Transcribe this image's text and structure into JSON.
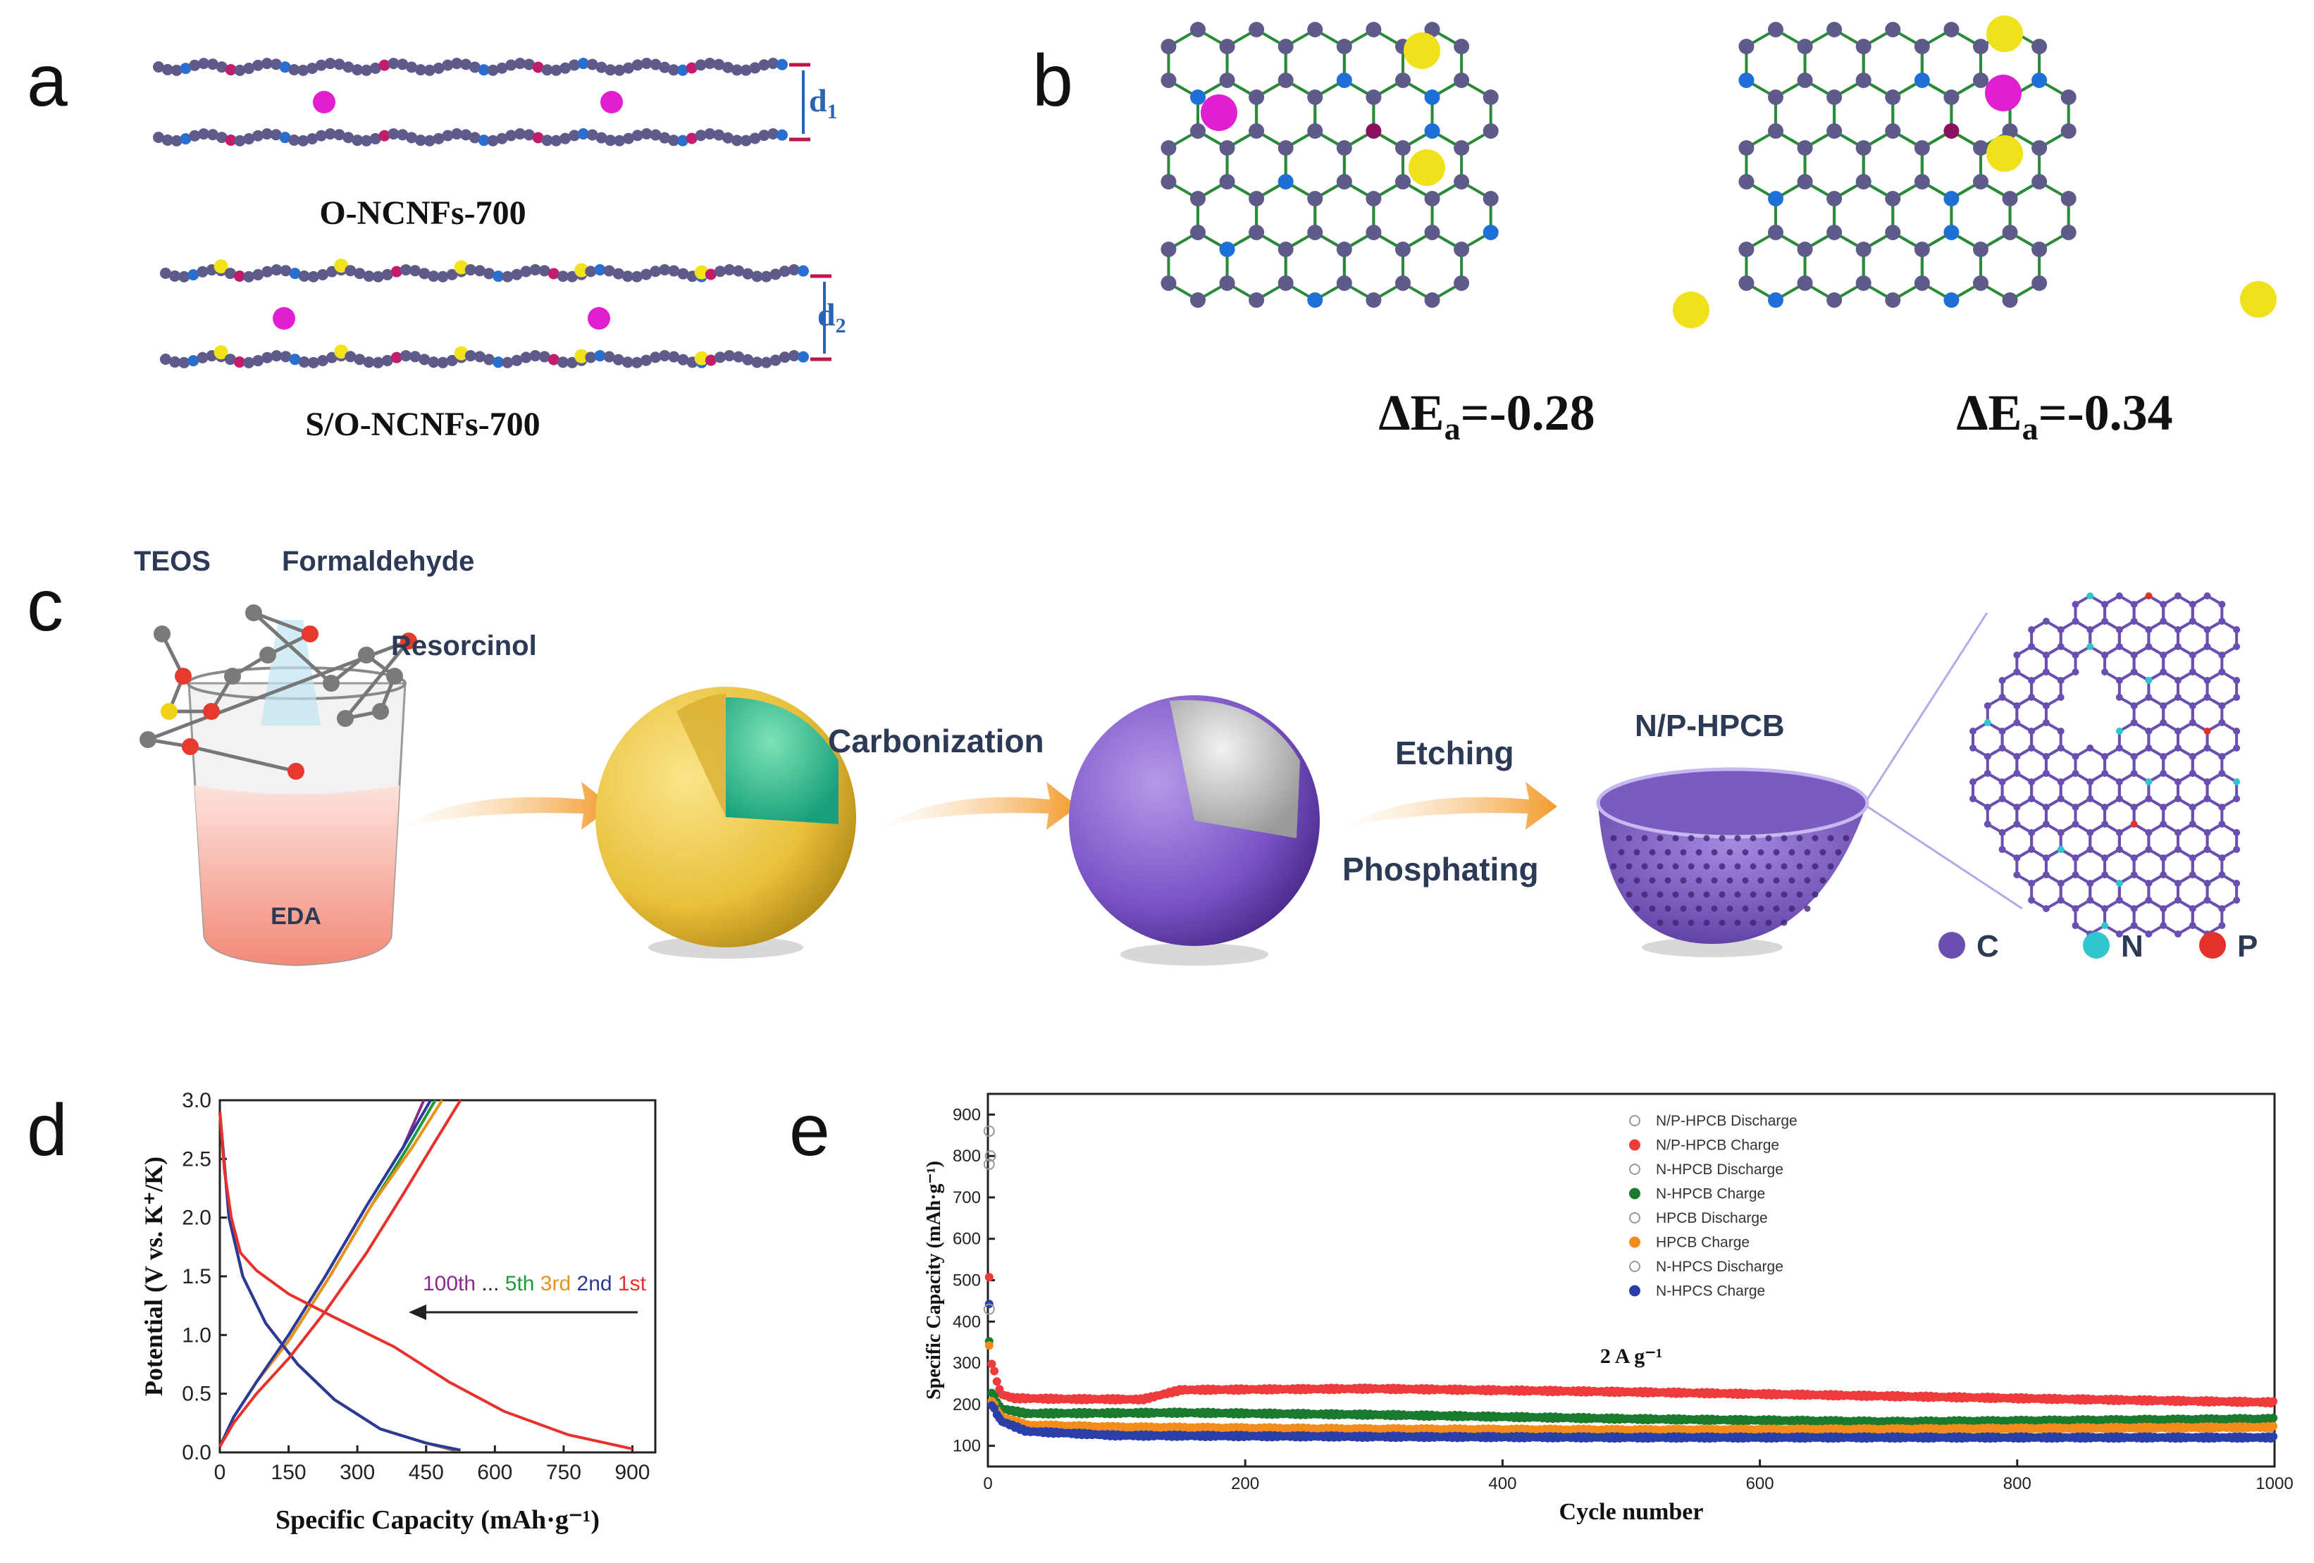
{
  "panels": {
    "a": {
      "letter": "a",
      "top_label": "O-NCNFs-700",
      "bottom_label": "S/O-NCNFs-700",
      "spacing_labels": [
        "d1",
        "d2"
      ]
    },
    "b": {
      "letter": "b",
      "energies": [
        "ΔEa=-0.28",
        "ΔEa=-0.34"
      ]
    },
    "c": {
      "letter": "c",
      "reagents": [
        "TEOS",
        "Formaldehyde",
        "Resorcinol",
        "EDA"
      ],
      "steps": [
        "Carbonization",
        "Etching",
        "Phosphating"
      ],
      "product": "N/P-HPCB",
      "atom_legend": [
        {
          "label": "C",
          "color": "#6a4fb0"
        },
        {
          "label": "N",
          "color": "#2fc6d0"
        },
        {
          "label": "P",
          "color": "#e3312b"
        }
      ]
    }
  },
  "chart_data": [
    {
      "panel": "d",
      "letter": "d",
      "type": "line",
      "xlabel": "Specific Capacity (mAh·g⁻¹)",
      "ylabel": "Potential (V vs. K⁺/K)",
      "xlim": [
        0,
        950
      ],
      "ylim": [
        0,
        3.0
      ],
      "x_ticks": [
        "0",
        "150",
        "300",
        "450",
        "600",
        "750",
        "900"
      ],
      "y_ticks": [
        "0.0",
        "0.5",
        "1.0",
        "1.5",
        "2.0",
        "2.5",
        "3.0"
      ],
      "annotation": [
        "100th",
        "...",
        "5th",
        "3rd",
        "2nd",
        "1st"
      ],
      "series": [
        {
          "name": "1st",
          "color": "#e8312b",
          "discharge": [
            [
              0,
              2.9
            ],
            [
              10,
              2.4
            ],
            [
              25,
              2.0
            ],
            [
              45,
              1.7
            ],
            [
              80,
              1.55
            ],
            [
              150,
              1.35
            ],
            [
              250,
              1.15
            ],
            [
              380,
              0.9
            ],
            [
              500,
              0.6
            ],
            [
              620,
              0.35
            ],
            [
              760,
              0.15
            ],
            [
              900,
              0.03
            ]
          ],
          "charge": [
            [
              0,
              0.05
            ],
            [
              30,
              0.25
            ],
            [
              80,
              0.5
            ],
            [
              150,
              0.8
            ],
            [
              230,
              1.2
            ],
            [
              320,
              1.7
            ],
            [
              400,
              2.2
            ],
            [
              470,
              2.65
            ],
            [
              525,
              3.0
            ]
          ]
        },
        {
          "name": "2nd",
          "color": "#2a3a9a",
          "discharge": [
            [
              0,
              2.9
            ],
            [
              20,
              2.0
            ],
            [
              50,
              1.5
            ],
            [
              100,
              1.1
            ],
            [
              170,
              0.75
            ],
            [
              250,
              0.45
            ],
            [
              350,
              0.2
            ],
            [
              450,
              0.08
            ],
            [
              525,
              0.02
            ]
          ],
          "charge": [
            [
              0,
              0.05
            ],
            [
              30,
              0.3
            ],
            [
              80,
              0.6
            ],
            [
              150,
              1.0
            ],
            [
              230,
              1.5
            ],
            [
              320,
              2.1
            ],
            [
              400,
              2.6
            ],
            [
              460,
              3.0
            ]
          ]
        },
        {
          "name": "3rd",
          "color": "#e8921b",
          "discharge": [
            [
              0,
              2.9
            ],
            [
              20,
              2.0
            ],
            [
              50,
              1.5
            ],
            [
              100,
              1.1
            ],
            [
              170,
              0.75
            ],
            [
              250,
              0.45
            ],
            [
              350,
              0.2
            ],
            [
              450,
              0.08
            ],
            [
              520,
              0.02
            ]
          ],
          "charge": [
            [
              0,
              0.05
            ],
            [
              30,
              0.3
            ],
            [
              80,
              0.6
            ],
            [
              150,
              0.95
            ],
            [
              240,
              1.5
            ],
            [
              330,
              2.1
            ],
            [
              420,
              2.6
            ],
            [
              485,
              3.0
            ]
          ]
        },
        {
          "name": "5th",
          "color": "#1f9a3a",
          "discharge": [
            [
              0,
              2.9
            ],
            [
              20,
              2.0
            ],
            [
              50,
              1.5
            ],
            [
              100,
              1.1
            ],
            [
              170,
              0.75
            ],
            [
              250,
              0.45
            ],
            [
              350,
              0.2
            ],
            [
              450,
              0.08
            ],
            [
              515,
              0.02
            ]
          ],
          "charge": [
            [
              0,
              0.05
            ],
            [
              30,
              0.3
            ],
            [
              80,
              0.6
            ],
            [
              150,
              0.95
            ],
            [
              240,
              1.5
            ],
            [
              330,
              2.1
            ],
            [
              410,
              2.6
            ],
            [
              470,
              3.0
            ]
          ]
        },
        {
          "name": "100th",
          "color": "#8a2a8a",
          "discharge": [
            [
              0,
              2.9
            ],
            [
              20,
              2.0
            ],
            [
              50,
              1.5
            ],
            [
              100,
              1.1
            ],
            [
              170,
              0.75
            ],
            [
              250,
              0.45
            ],
            [
              350,
              0.2
            ],
            [
              450,
              0.08
            ],
            [
              510,
              0.02
            ]
          ],
          "charge": [
            [
              0,
              0.05
            ],
            [
              30,
              0.3
            ],
            [
              80,
              0.6
            ],
            [
              150,
              1.0
            ],
            [
              230,
              1.5
            ],
            [
              320,
              2.1
            ],
            [
              400,
              2.6
            ],
            [
              445,
              3.0
            ]
          ]
        }
      ]
    },
    {
      "panel": "e",
      "letter": "e",
      "type": "scatter",
      "xlabel": "Cycle number",
      "ylabel": "Specific Capacity (mAh·g⁻¹)",
      "xlim": [
        0,
        1000
      ],
      "ylim": [
        50,
        950
      ],
      "x_ticks": [
        "0",
        "200",
        "400",
        "600",
        "800",
        "1000"
      ],
      "y_ticks": [
        "100",
        "200",
        "300",
        "400",
        "500",
        "600",
        "700",
        "800",
        "900"
      ],
      "annotation": "2 A g⁻¹",
      "legend": [
        "N/P-HPCB Discharge",
        "N/P-HPCB Charge",
        "N-HPCB Discharge",
        "N-HPCB Charge",
        "HPCB Discharge",
        "HPCB Charge",
        "N-HPCS Discharge",
        "N-HPCS Charge"
      ],
      "series": [
        {
          "name": "N/P-HPCB Charge",
          "color": "#ee3b3b",
          "points": [
            [
              1,
              505
            ],
            [
              3,
              300
            ],
            [
              10,
              225
            ],
            [
              20,
              215
            ],
            [
              60,
              213
            ],
            [
              120,
              212
            ],
            [
              150,
              235
            ],
            [
              300,
              238
            ],
            [
              500,
              230
            ],
            [
              700,
              220
            ],
            [
              850,
              212
            ],
            [
              1000,
              205
            ]
          ]
        },
        {
          "name": "N-HPCB Charge",
          "color": "#1a7a2e",
          "points": [
            [
              1,
              350
            ],
            [
              3,
              230
            ],
            [
              10,
              190
            ],
            [
              30,
              178
            ],
            [
              150,
              180
            ],
            [
              300,
              175
            ],
            [
              500,
              165
            ],
            [
              700,
              158
            ],
            [
              800,
              160
            ],
            [
              1000,
              165
            ]
          ]
        },
        {
          "name": "HPCB Charge",
          "color": "#f28c1a",
          "points": [
            [
              1,
              340
            ],
            [
              3,
              210
            ],
            [
              10,
              170
            ],
            [
              30,
              150
            ],
            [
              100,
              145
            ],
            [
              300,
              140
            ],
            [
              500,
              138
            ],
            [
              700,
              140
            ],
            [
              1000,
              145
            ]
          ]
        },
        {
          "name": "N-HPCS Charge",
          "color": "#2a3fa8",
          "points": [
            [
              1,
              440
            ],
            [
              3,
              200
            ],
            [
              10,
              160
            ],
            [
              30,
              135
            ],
            [
              100,
              125
            ],
            [
              300,
              122
            ],
            [
              500,
              120
            ],
            [
              700,
              120
            ],
            [
              1000,
              120
            ]
          ]
        }
      ],
      "initial_discharge": [
        {
          "name": "N/P-HPCB Discharge",
          "points": [
            [
              1,
              860
            ],
            [
              2,
              800
            ]
          ]
        },
        {
          "name": "N-HPCB Discharge",
          "points": [
            [
              1,
              430
            ]
          ]
        },
        {
          "name": "N-HPCS Discharge",
          "points": [
            [
              1,
              780
            ]
          ]
        }
      ]
    }
  ]
}
